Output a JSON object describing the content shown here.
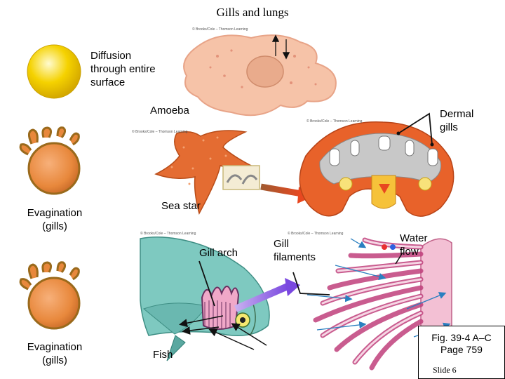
{
  "title": "Gills and lungs",
  "labels": {
    "diffusion": [
      "Diffusion",
      "through entire",
      "surface"
    ],
    "amoeba": "Amoeba",
    "dermal_gills": [
      "Dermal",
      "gills"
    ],
    "sea_star": "Sea star",
    "evagination_1": [
      "Evagination",
      "(gills)"
    ],
    "gill_arch": "Gill arch",
    "gill_filaments": [
      "Gill",
      "filaments"
    ],
    "water_flow": [
      "Water",
      "flow"
    ],
    "evagination_2": [
      "Evagination",
      "(gills)"
    ],
    "fish": "Fish"
  },
  "credits": {
    "c1": "© Brooks/Cole – Thomson Learning",
    "c2": "© Brooks/Cole – Thomson Learning",
    "c3": "© Brooks/Cole – Thomson Learning",
    "c4": "© Brooks/Cole – Thomson Learning",
    "c5": "© Brooks/Cole – Thomson Learning"
  },
  "figure_ref": [
    "Fig. 39-4 A–C",
    "Page 759"
  ],
  "slide": "Slide 6",
  "colors": {
    "yellow_sphere": "#f5d200",
    "orange_sphere": "#e8883c",
    "amoeba": "#f6c3a8",
    "sea_star": "#e46c32",
    "fish": "#7ec9c0",
    "gill_pink": "#f0a8c8",
    "arrow_blue": "#2a7fc0",
    "arrow_purple": "#8a5ad8"
  }
}
